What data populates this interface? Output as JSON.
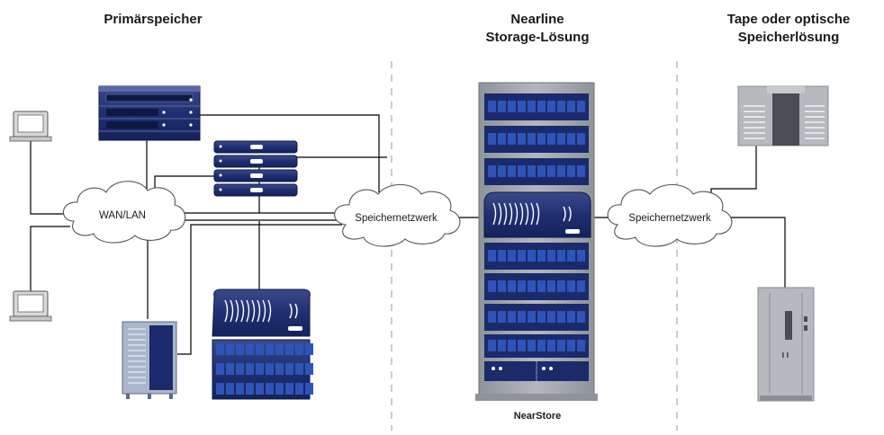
{
  "sections": {
    "primary": {
      "title": "Primärspeicher"
    },
    "nearline": {
      "title_line1": "Nearline",
      "title_line2": "Storage-Lösung"
    },
    "tape": {
      "title_line1": "Tape oder optische",
      "title_line2": "Speicherlösung"
    }
  },
  "clouds": {
    "wan": "WAN/LAN",
    "san_left": "Speichernetzwerk",
    "san_right": "Speichernetzwerk"
  },
  "nearstore": {
    "caption": "NearStore"
  },
  "colors": {
    "navy": "#1b2a6b",
    "rack_gray": "#a7abb2",
    "tape_gray": "#b6b9bd",
    "dark_slot": "#4a4d52"
  }
}
